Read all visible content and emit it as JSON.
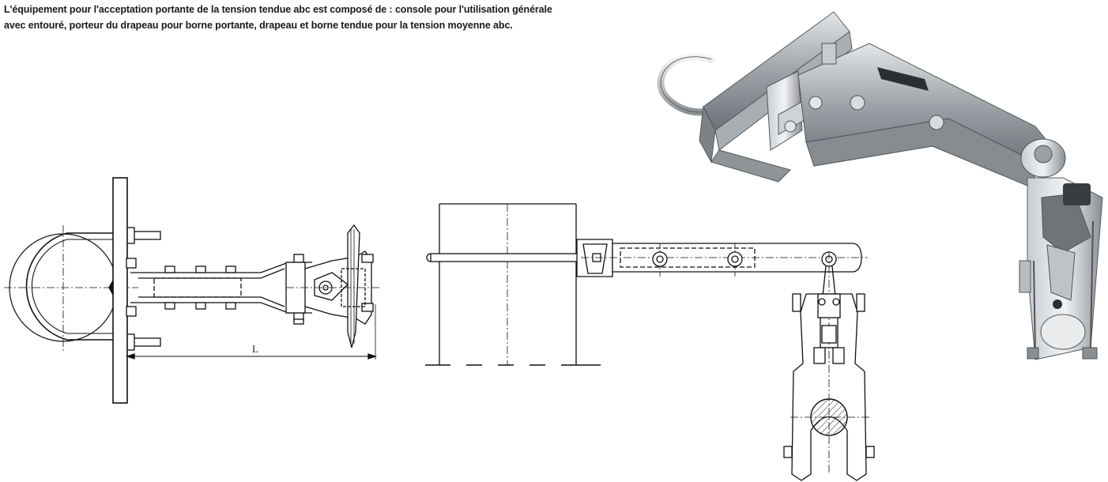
{
  "description": {
    "line1": "L'équipement pour l'acceptation portante de la tension tendue abc est composé de : console pour l'utilisation générale",
    "line2": "avec entouré,   porteur du drapeau pour borne portante, drapeau et  borne tendue pour la tension moyenne abc."
  },
  "drawing_top": {
    "dimension_label": "L"
  }
}
